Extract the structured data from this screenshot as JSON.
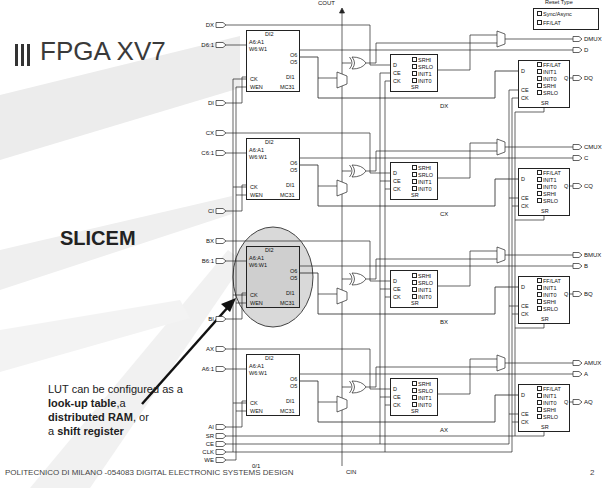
{
  "diagram": {
    "title": "FPGA XV7",
    "nodes": [
      {
        "text": [
          "Reset Type",
          "Sync/Async",
          "FF/LAT"
        ]
      },
      {
        "text": [
          "DI2",
          "A6:A1",
          "W6:W1",
          "O6",
          "O5",
          "CK",
          "DI1",
          "WEN",
          "MC31"
        ]
      },
      {
        "text": [
          "D",
          "CE",
          "CK",
          "SR",
          "SRHI",
          "SRLO",
          "INIT1",
          "INIT0"
        ]
      },
      {
        "text": [
          "FF/LAT",
          "INIT1",
          "INIT0",
          "SRHI",
          "SRLO",
          "D",
          "CE",
          "CK",
          "Q",
          "SR"
        ]
      },
      {
        "text": [
          "DI2",
          "A6:A1",
          "W6:W1",
          "O6",
          "O5",
          "CK",
          "DI1",
          "WEN",
          "MC31"
        ]
      },
      {
        "text": [
          "D",
          "CE",
          "CK",
          "SR",
          "SRHI",
          "SRLO",
          "INIT1",
          "INIT0"
        ]
      },
      {
        "text": [
          "FF/LAT",
          "INIT1",
          "INIT0",
          "SRHI",
          "SRLO",
          "D",
          "CE",
          "CK",
          "Q",
          "SR"
        ]
      },
      {
        "text": [
          "DI2",
          "A6:A1",
          "W6:W1",
          "O6",
          "O5",
          "CK",
          "DI1",
          "WEN",
          "MC31"
        ]
      },
      {
        "text": [
          "D",
          "CE",
          "CK",
          "SR",
          "SRHI",
          "SRLO",
          "INIT1",
          "INIT0"
        ]
      },
      {
        "text": [
          "FF/LAT",
          "INIT1",
          "INIT0",
          "SRHI",
          "SRLO",
          "D",
          "CE",
          "CK",
          "Q",
          "SR"
        ]
      },
      {
        "text": [
          "DI2",
          "A6:A1",
          "W6:W1",
          "O6",
          "O5",
          "CK",
          "DI1",
          "WEN",
          "MC31"
        ]
      },
      {
        "text": [
          "D",
          "CE",
          "CK",
          "SR",
          "SRHI",
          "SRLO",
          "INIT1",
          "INIT0"
        ]
      },
      {
        "text": [
          "FF/LAT",
          "INIT1",
          "INIT0",
          "SRHI",
          "SRLO",
          "D",
          "CE",
          "CK",
          "Q",
          "SR"
        ]
      }
    ],
    "edges": [
      {
        "from": 1,
        "to": 3,
        "arrow": "none"
      },
      {
        "from": 4,
        "to": 6,
        "arrow": "none"
      },
      {
        "from": 7,
        "to": 9,
        "arrow": "none"
      },
      {
        "from": 10,
        "to": 12,
        "arrow": "none"
      }
    ],
    "labels": [
      "DX",
      "D6:1",
      "DI",
      "CX",
      "C6:1",
      "CI",
      "BX",
      "B6:1",
      "BI",
      "AX",
      "A6:1",
      "AI",
      "SR",
      "CE",
      "CLK",
      "WE",
      "DX",
      "CX",
      "BX",
      "AX",
      "DMUX",
      "D",
      "DQ",
      "CMUX",
      "C",
      "CQ",
      "BMUX",
      "B",
      "BQ",
      "AMUX",
      "A",
      "AQ",
      "COUT",
      "CIN",
      "0/1",
      "SLICEM",
      "LUT can be configured as a",
      "look-up table",
      ",a",
      "distributed RAM",
      ", or",
      "a",
      "shift register",
      "POLITECNICO DI MILANO -054083 DIGITAL ELECTRONIC SYSTEMS DESIGN",
      "2"
    ]
  }
}
